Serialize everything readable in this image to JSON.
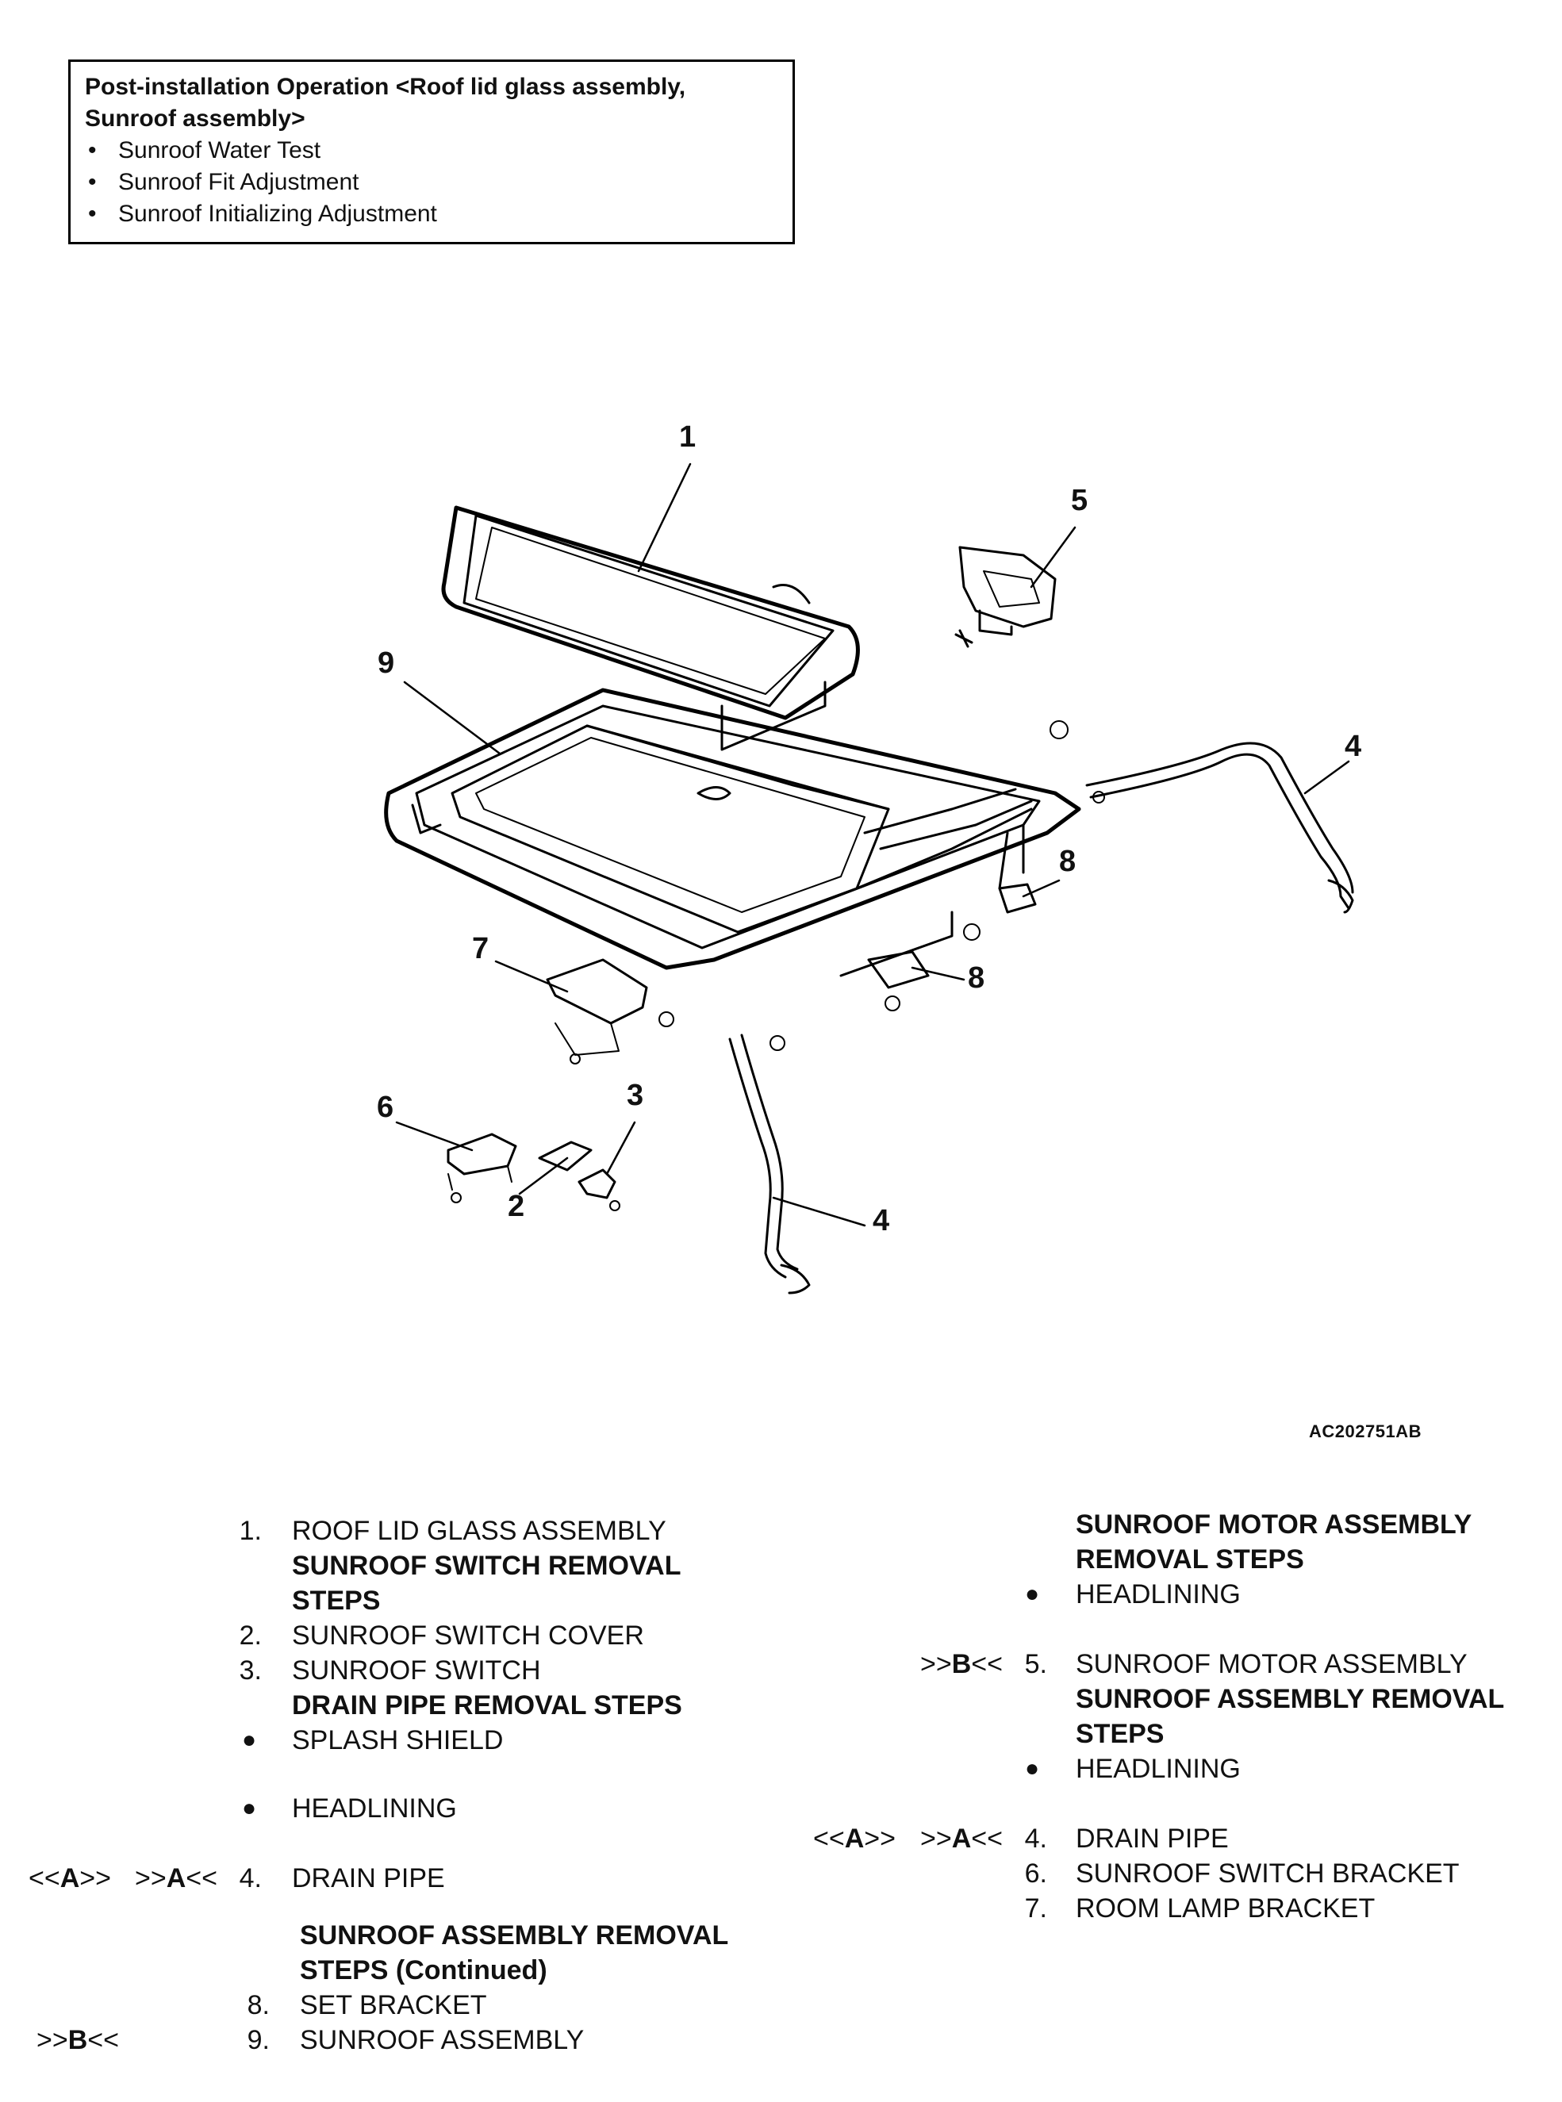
{
  "post_installation": {
    "title": "Post-installation Operation <Roof lid glass assembly, Sunroof assembly>",
    "items": [
      "Sunroof Water Test",
      "Sunroof Fit Adjustment",
      "Sunroof Initializing Adjustment"
    ]
  },
  "diagram": {
    "callouts": [
      "1",
      "2",
      "3",
      "4",
      "4",
      "5",
      "6",
      "7",
      "8",
      "8",
      "9"
    ],
    "figure_code": "AC202751AB"
  },
  "left_column": {
    "item1": {
      "num": "1.",
      "text": "ROOF LID GLASS ASSEMBLY"
    },
    "switch_heading": "SUNROOF SWITCH REMOVAL STEPS",
    "item2": {
      "num": "2.",
      "text": "SUNROOF SWITCH COVER"
    },
    "item3": {
      "num": "3.",
      "text": "SUNROOF SWITCH"
    },
    "drain_heading": "DRAIN PIPE REMOVAL STEPS",
    "splash": "SPLASH SHIELD",
    "headlining": "HEADLINING",
    "item4": {
      "marker_a": "<<A>>",
      "marker_b": ">>A<<",
      "num": "4.",
      "text": "DRAIN PIPE"
    },
    "assembly_heading": "SUNROOF ASSEMBLY REMOVAL STEPS (Continued)",
    "item8": {
      "num": "8.",
      "text": "SET BRACKET"
    },
    "item9": {
      "marker": ">>B<<",
      "num": "9.",
      "text": "SUNROOF ASSEMBLY"
    }
  },
  "right_column": {
    "motor_heading": "SUNROOF MOTOR ASSEMBLY REMOVAL STEPS",
    "headlining1": "HEADLINING",
    "item5": {
      "marker": ">>B<<",
      "num": "5.",
      "text": "SUNROOF MOTOR ASSEMBLY"
    },
    "assembly_heading": "SUNROOF ASSEMBLY REMOVAL STEPS",
    "headlining2": "HEADLINING",
    "item4": {
      "marker_a": "<<A>>",
      "marker_b": ">>A<<",
      "num": "4.",
      "text": "DRAIN PIPE"
    },
    "item6": {
      "num": "6.",
      "text": "SUNROOF SWITCH BRACKET"
    },
    "item7": {
      "num": "7.",
      "text": "ROOM LAMP BRACKET"
    }
  }
}
